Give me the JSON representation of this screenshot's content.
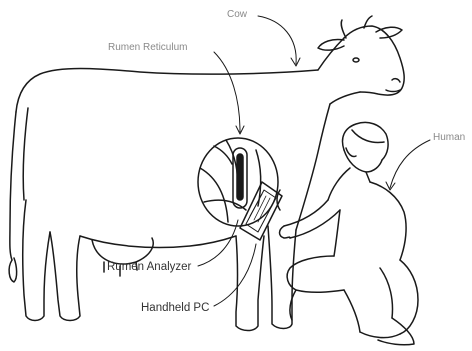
{
  "labels": {
    "cow": "Cow",
    "rumen_reticulum": "Rumen Reticulum",
    "human": "Human",
    "rumen_analyzer": "Rumen Analyzer",
    "handheld_pc": "Handheld PC"
  },
  "colors": {
    "line": "#1a1a1a",
    "label_grey": "#8a8a8a",
    "label_dark": "#333333",
    "background": "#ffffff"
  }
}
